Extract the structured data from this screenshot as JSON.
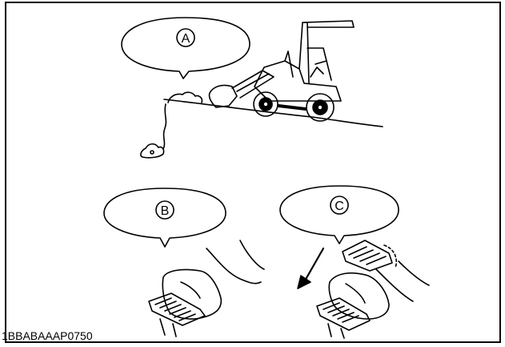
{
  "callouts": {
    "a": "A",
    "b": "B",
    "c": "C"
  },
  "figure_code": "1BBABAAAP0750",
  "colors": {
    "line": "#000000",
    "background": "#ffffff"
  }
}
